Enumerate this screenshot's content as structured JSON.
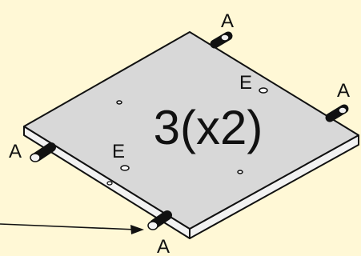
{
  "diagram": {
    "part_label": "3(x2)",
    "dowel_labels": [
      "A",
      "A",
      "A",
      "A"
    ],
    "hole_labels": [
      "E",
      "E"
    ]
  },
  "colors": {
    "background": "#fff8d6",
    "panel_top": "#d8d8d8",
    "panel_edge": "#f2f2f2",
    "outline": "#111111"
  }
}
